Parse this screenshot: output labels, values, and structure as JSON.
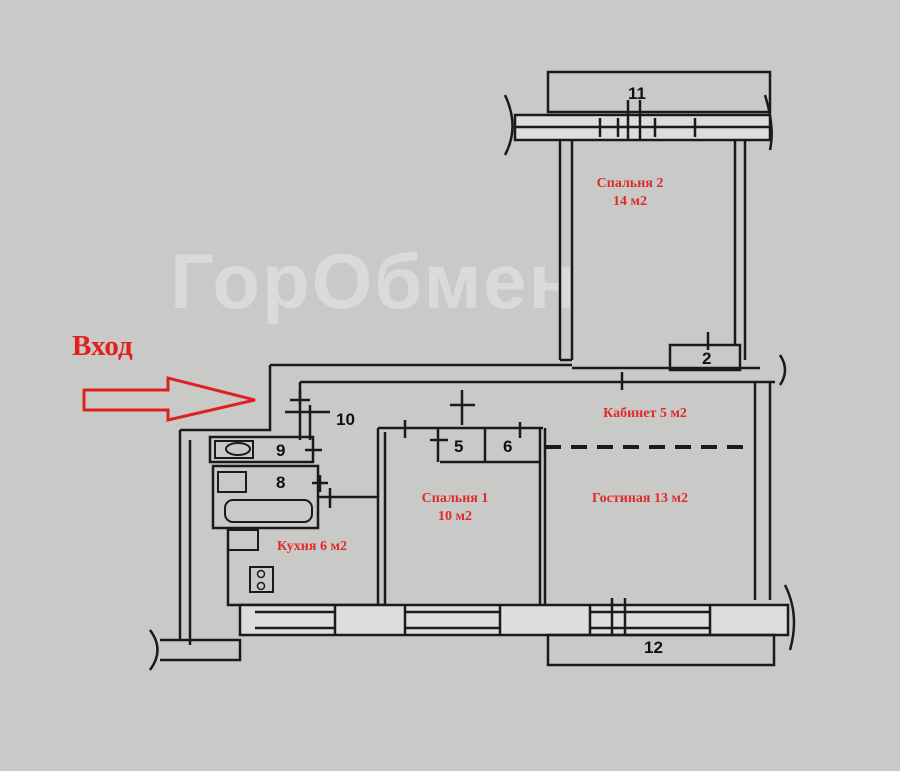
{
  "entry_label": "Вход",
  "watermark": "ГорОбмен",
  "rooms": {
    "bedroom2": {
      "name": "Спальня 2",
      "area": "14 м2"
    },
    "study": {
      "name": "Кабинет 5 м2"
    },
    "living": {
      "name": "Гостиная 13 м2"
    },
    "bedroom1": {
      "name": "Спальня 1",
      "area": "10 м2"
    },
    "kitchen": {
      "name": "Кухня 6 м2"
    }
  },
  "numbers": {
    "n2": "2",
    "n5": "5",
    "n6": "6",
    "n8": "8",
    "n9": "9",
    "n10": "10",
    "n11": "11",
    "n12": "12"
  },
  "colors": {
    "label": "#e02a2a",
    "wall": "#1a1a1a",
    "background": "#c9c9c7"
  }
}
